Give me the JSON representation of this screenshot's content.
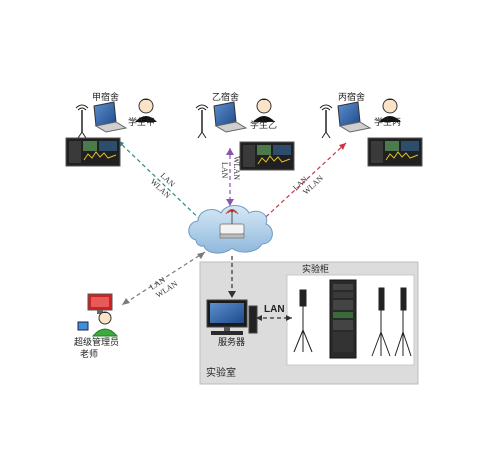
{
  "dorms": [
    {
      "name": "甲宿舍",
      "student": "学生甲"
    },
    {
      "name": "乙宿舍",
      "student": "学生乙"
    },
    {
      "name": "丙宿舍",
      "student": "学生丙"
    }
  ],
  "admin": {
    "line1": "超级管理员",
    "line2": "老师"
  },
  "lab": {
    "room_label": "实验室",
    "cabinet_label": "实验柜",
    "server_label": "服务器"
  },
  "links": {
    "lan": "LAN",
    "wlan": "WLAN",
    "lab_lan": "LAN"
  },
  "colors": {
    "dorm1_link": "#2a8a8a",
    "dorm2_link": "#8a55b0",
    "dorm3_link": "#cc3344",
    "admin_link": "#7a7a7a",
    "server_link": "#333333",
    "lab_bg": "#dcdcdc",
    "cloud": "#a9cbe6"
  }
}
